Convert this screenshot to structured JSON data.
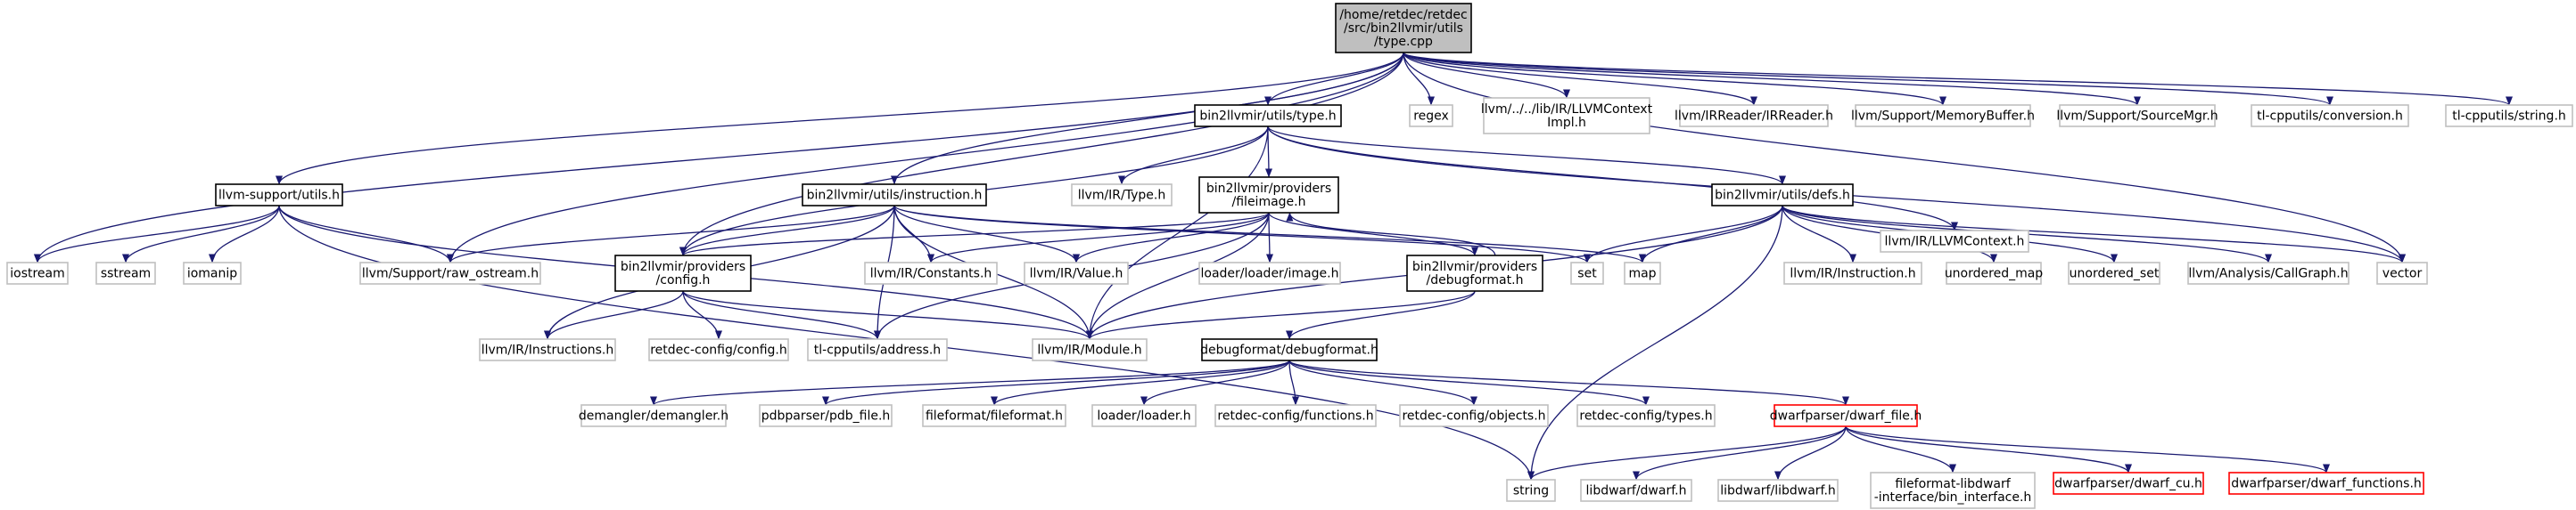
{
  "colors": {
    "edge": "#191970",
    "root_fill": "#bfbfbf",
    "border_black": "#000000",
    "border_gray": "#bfbfbf",
    "border_red": "#ff0000",
    "node_fill": "#ffffff"
  },
  "nodes": [
    {
      "id": "root",
      "lines": [
        "/home/retdec/retdec",
        "/src/bin2llvmir/utils",
        "/type.cpp"
      ],
      "style": "root"
    },
    {
      "id": "utils_type",
      "lines": [
        "bin2llvmir/utils/type.h"
      ],
      "style": "black"
    },
    {
      "id": "regex",
      "lines": [
        "regex"
      ],
      "style": "gray"
    },
    {
      "id": "llvmcontextimpl",
      "lines": [
        "llvm/../../lib/IR/LLVMContext",
        "Impl.h"
      ],
      "style": "gray"
    },
    {
      "id": "irreader",
      "lines": [
        "llvm/IRReader/IRReader.h"
      ],
      "style": "gray"
    },
    {
      "id": "memorybuffer",
      "lines": [
        "llvm/Support/MemoryBuffer.h"
      ],
      "style": "gray"
    },
    {
      "id": "sourcemgr",
      "lines": [
        "llvm/Support/SourceMgr.h"
      ],
      "style": "gray"
    },
    {
      "id": "conversion",
      "lines": [
        "tl-cpputils/conversion.h"
      ],
      "style": "gray"
    },
    {
      "id": "tlstring",
      "lines": [
        "tl-cpputils/string.h"
      ],
      "style": "gray"
    },
    {
      "id": "llvm_support_utils",
      "lines": [
        "llvm-support/utils.h"
      ],
      "style": "black"
    },
    {
      "id": "utils_instruction",
      "lines": [
        "bin2llvmir/utils/instruction.h"
      ],
      "style": "black"
    },
    {
      "id": "ir_type",
      "lines": [
        "llvm/IR/Type.h"
      ],
      "style": "gray"
    },
    {
      "id": "fileimage",
      "lines": [
        "bin2llvmir/providers",
        "/fileimage.h"
      ],
      "style": "black"
    },
    {
      "id": "utils_defs",
      "lines": [
        "bin2llvmir/utils/defs.h"
      ],
      "style": "black"
    },
    {
      "id": "llvmcontext",
      "lines": [
        "llvm/IR/LLVMContext.h"
      ],
      "style": "gray"
    },
    {
      "id": "iostream",
      "lines": [
        "iostream"
      ],
      "style": "gray"
    },
    {
      "id": "sstream",
      "lines": [
        "sstream"
      ],
      "style": "gray"
    },
    {
      "id": "iomanip",
      "lines": [
        "iomanip"
      ],
      "style": "gray"
    },
    {
      "id": "raw_ostream",
      "lines": [
        "llvm/Support/raw_ostream.h"
      ],
      "style": "gray"
    },
    {
      "id": "providers_config",
      "lines": [
        "bin2llvmir/providers",
        "/config.h"
      ],
      "style": "black"
    },
    {
      "id": "ir_constants",
      "lines": [
        "llvm/IR/Constants.h"
      ],
      "style": "gray"
    },
    {
      "id": "ir_value",
      "lines": [
        "llvm/IR/Value.h"
      ],
      "style": "gray"
    },
    {
      "id": "loader_image",
      "lines": [
        "loader/loader/image.h"
      ],
      "style": "gray"
    },
    {
      "id": "providers_debugformat",
      "lines": [
        "bin2llvmir/providers",
        "/debugformat.h"
      ],
      "style": "black"
    },
    {
      "id": "set",
      "lines": [
        "set"
      ],
      "style": "gray"
    },
    {
      "id": "map",
      "lines": [
        "map"
      ],
      "style": "gray"
    },
    {
      "id": "ir_instruction",
      "lines": [
        "llvm/IR/Instruction.h"
      ],
      "style": "gray"
    },
    {
      "id": "unordered_map",
      "lines": [
        "unordered_map"
      ],
      "style": "gray"
    },
    {
      "id": "unordered_set",
      "lines": [
        "unordered_set"
      ],
      "style": "gray"
    },
    {
      "id": "callgraph",
      "lines": [
        "llvm/Analysis/CallGraph.h"
      ],
      "style": "gray"
    },
    {
      "id": "vector",
      "lines": [
        "vector"
      ],
      "style": "gray"
    },
    {
      "id": "ir_instructions",
      "lines": [
        "llvm/IR/Instructions.h"
      ],
      "style": "gray"
    },
    {
      "id": "retdec_config",
      "lines": [
        "retdec-config/config.h"
      ],
      "style": "gray"
    },
    {
      "id": "tl_address",
      "lines": [
        "tl-cpputils/address.h"
      ],
      "style": "gray"
    },
    {
      "id": "ir_module",
      "lines": [
        "llvm/IR/Module.h"
      ],
      "style": "gray"
    },
    {
      "id": "debugformat",
      "lines": [
        "debugformat/debugformat.h"
      ],
      "style": "black"
    },
    {
      "id": "demangler",
      "lines": [
        "demangler/demangler.h"
      ],
      "style": "gray"
    },
    {
      "id": "pdb_file",
      "lines": [
        "pdbparser/pdb_file.h"
      ],
      "style": "gray"
    },
    {
      "id": "fileformat",
      "lines": [
        "fileformat/fileformat.h"
      ],
      "style": "gray"
    },
    {
      "id": "loader_loader",
      "lines": [
        "loader/loader.h"
      ],
      "style": "gray"
    },
    {
      "id": "rc_functions",
      "lines": [
        "retdec-config/functions.h"
      ],
      "style": "gray"
    },
    {
      "id": "rc_objects",
      "lines": [
        "retdec-config/objects.h"
      ],
      "style": "gray"
    },
    {
      "id": "rc_types",
      "lines": [
        "retdec-config/types.h"
      ],
      "style": "gray"
    },
    {
      "id": "dwarf_file",
      "lines": [
        "dwarfparser/dwarf_file.h"
      ],
      "style": "red"
    },
    {
      "id": "string",
      "lines": [
        "string"
      ],
      "style": "gray"
    },
    {
      "id": "libdwarf_dwarf",
      "lines": [
        "libdwarf/dwarf.h"
      ],
      "style": "gray"
    },
    {
      "id": "libdwarf_libdwarf",
      "lines": [
        "libdwarf/libdwarf.h"
      ],
      "style": "gray"
    },
    {
      "id": "bin_interface",
      "lines": [
        "fileformat-libdwarf",
        "-interface/bin_interface.h"
      ],
      "style": "gray"
    },
    {
      "id": "dwarf_cu",
      "lines": [
        "dwarfparser/dwarf_cu.h"
      ],
      "style": "red"
    },
    {
      "id": "dwarf_functions",
      "lines": [
        "dwarfparser/dwarf_functions.h"
      ],
      "style": "red"
    }
  ],
  "edges": [
    [
      "root",
      "utils_type"
    ],
    [
      "root",
      "regex"
    ],
    [
      "root",
      "llvmcontextimpl"
    ],
    [
      "root",
      "irreader"
    ],
    [
      "root",
      "memorybuffer"
    ],
    [
      "root",
      "sourcemgr"
    ],
    [
      "root",
      "conversion"
    ],
    [
      "root",
      "tlstring"
    ],
    [
      "root",
      "llvm_support_utils"
    ],
    [
      "root",
      "iostream"
    ],
    [
      "root",
      "raw_ostream"
    ],
    [
      "root",
      "providers_config"
    ],
    [
      "root",
      "utils_instruction"
    ],
    [
      "root",
      "vector"
    ],
    [
      "utils_type",
      "ir_type"
    ],
    [
      "utils_type",
      "fileimage"
    ],
    [
      "utils_type",
      "utils_defs"
    ],
    [
      "utils_type",
      "llvmcontext"
    ],
    [
      "utils_type",
      "providers_config"
    ],
    [
      "utils_type",
      "ir_module"
    ],
    [
      "utils_type",
      "vector"
    ],
    [
      "llvm_support_utils",
      "iostream"
    ],
    [
      "llvm_support_utils",
      "sstream"
    ],
    [
      "llvm_support_utils",
      "iomanip"
    ],
    [
      "llvm_support_utils",
      "raw_ostream"
    ],
    [
      "llvm_support_utils",
      "ir_module"
    ],
    [
      "llvm_support_utils",
      "string"
    ],
    [
      "utils_instruction",
      "raw_ostream"
    ],
    [
      "utils_instruction",
      "providers_config"
    ],
    [
      "utils_instruction",
      "ir_constants"
    ],
    [
      "utils_instruction",
      "ir_value"
    ],
    [
      "utils_instruction",
      "ir_instructions"
    ],
    [
      "utils_instruction",
      "tl_address"
    ],
    [
      "utils_instruction",
      "ir_module"
    ],
    [
      "utils_instruction",
      "set"
    ],
    [
      "utils_instruction",
      "map"
    ],
    [
      "fileimage",
      "providers_config"
    ],
    [
      "fileimage",
      "ir_constants"
    ],
    [
      "fileimage",
      "ir_value"
    ],
    [
      "fileimage",
      "loader_image"
    ],
    [
      "fileimage",
      "providers_debugformat"
    ],
    [
      "fileimage",
      "ir_module"
    ],
    [
      "fileimage",
      "tl_address"
    ],
    [
      "providers_debugformat",
      "fileimage"
    ],
    [
      "providers_debugformat",
      "ir_module"
    ],
    [
      "providers_debugformat",
      "debugformat"
    ],
    [
      "providers_config",
      "ir_instructions"
    ],
    [
      "providers_config",
      "retdec_config"
    ],
    [
      "providers_config",
      "tl_address"
    ],
    [
      "providers_config",
      "ir_module"
    ],
    [
      "utils_defs",
      "set"
    ],
    [
      "utils_defs",
      "map"
    ],
    [
      "utils_defs",
      "ir_instruction"
    ],
    [
      "utils_defs",
      "unordered_map"
    ],
    [
      "utils_defs",
      "unordered_set"
    ],
    [
      "utils_defs",
      "callgraph"
    ],
    [
      "utils_defs",
      "vector"
    ],
    [
      "utils_defs",
      "string"
    ],
    [
      "utils_defs",
      "ir_module"
    ],
    [
      "debugformat",
      "demangler"
    ],
    [
      "debugformat",
      "pdb_file"
    ],
    [
      "debugformat",
      "fileformat"
    ],
    [
      "debugformat",
      "loader_loader"
    ],
    [
      "debugformat",
      "rc_functions"
    ],
    [
      "debugformat",
      "rc_objects"
    ],
    [
      "debugformat",
      "rc_types"
    ],
    [
      "debugformat",
      "dwarf_file"
    ],
    [
      "dwarf_file",
      "string"
    ],
    [
      "dwarf_file",
      "libdwarf_dwarf"
    ],
    [
      "dwarf_file",
      "libdwarf_libdwarf"
    ],
    [
      "dwarf_file",
      "bin_interface"
    ],
    [
      "dwarf_file",
      "dwarf_cu"
    ],
    [
      "dwarf_file",
      "dwarf_functions"
    ]
  ]
}
